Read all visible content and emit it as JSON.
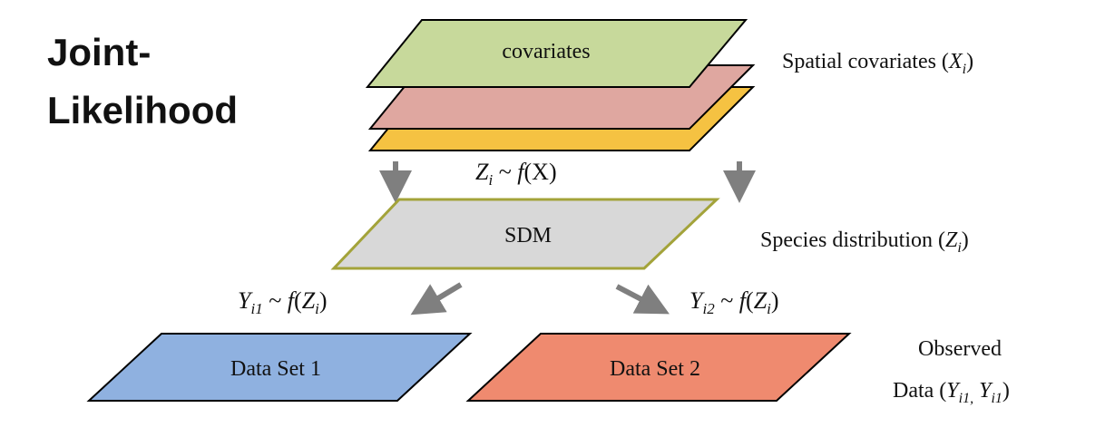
{
  "title": {
    "line1": "Joint-",
    "line2": "Likelihood"
  },
  "layers": {
    "covariates_label": "covariates",
    "sdm_label": "SDM",
    "dataset1_label": "Data Set 1",
    "dataset2_label": "Data Set 2"
  },
  "equations": {
    "z": {
      "v": "Z",
      "sub": "i",
      "rest": " ~ ",
      "f": "f",
      "arg": "(X)"
    },
    "y1": {
      "v": "Y",
      "sub": "i1",
      "rest": " ~ ",
      "f": "f",
      "arg_open": "(",
      "arg_v": "Z",
      "arg_sub": "i",
      "arg_close": ")"
    },
    "y2": {
      "v": "Y",
      "sub": "i2",
      "rest": " ~ ",
      "f": "f",
      "arg_open": "(",
      "arg_v": "Z",
      "arg_sub": "i",
      "arg_close": ")"
    }
  },
  "side_labels": {
    "spatial": {
      "text": "Spatial covariates (",
      "v": "X",
      "sub": "i",
      "close": ")"
    },
    "species": {
      "text": "Species distribution (",
      "v": "Z",
      "sub": "i",
      "close": ")"
    },
    "observed_line1": "Observed",
    "observed_line2": {
      "text": "Data (",
      "v1": "Y",
      "sub1": "i1,",
      "sep": " ",
      "v2": "Y",
      "sub2": "i1",
      "close": ")"
    }
  },
  "colors": {
    "covariates_green": "#c7d99b",
    "covariates_pink": "#dfa7a0",
    "covariates_orange": "#f5c242",
    "sdm_fill": "#d8d8d8",
    "sdm_border": "#a3a33a",
    "dataset1_fill": "#8fb1e0",
    "dataset2_fill": "#ef8a6f",
    "arrow": "#7f7f7f"
  }
}
